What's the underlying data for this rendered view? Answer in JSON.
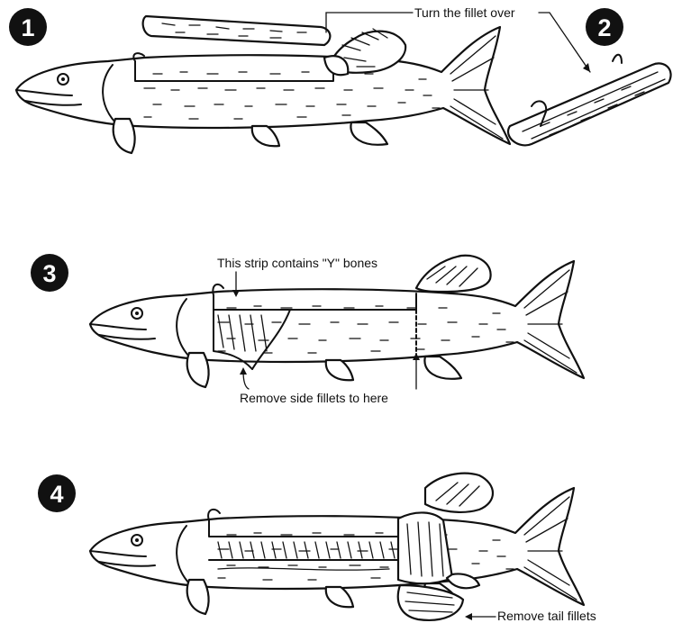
{
  "steps": [
    {
      "number": "1"
    },
    {
      "number": "2",
      "callout": "Turn the fillet over"
    },
    {
      "number": "3",
      "callout_top": "This strip contains \"Y\" bones",
      "callout_bottom": "Remove side fillets to here"
    },
    {
      "number": "4",
      "callout": "Remove tail fillets"
    }
  ]
}
